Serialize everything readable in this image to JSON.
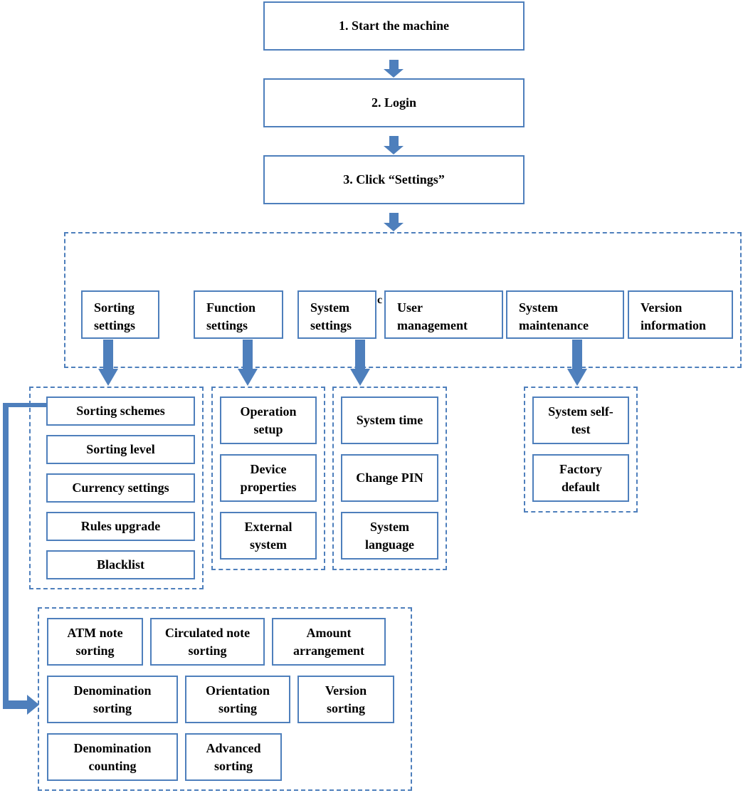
{
  "colors": {
    "accent": "#4e7fbc",
    "text": "#000000",
    "background": "#ffffff"
  },
  "steps": [
    {
      "label": "1. Start the machine"
    },
    {
      "label": "2. Login"
    },
    {
      "label": "3. Click “Settings”"
    }
  ],
  "settings_menu": {
    "stray_char": "c",
    "items": [
      {
        "label": "Sorting\nsettings"
      },
      {
        "label": "Function\nsettings"
      },
      {
        "label": "System\nsettings"
      },
      {
        "label": "User\nmanagement"
      },
      {
        "label": "System\nmaintenance"
      },
      {
        "label": "Version\ninformation"
      }
    ]
  },
  "sorting_settings": {
    "items": [
      "Sorting schemes",
      "Sorting level",
      "Currency settings",
      "Rules upgrade",
      "Blacklist"
    ]
  },
  "function_settings": {
    "items": [
      "Operation\nsetup",
      "Device\nproperties",
      "External\nsystem"
    ]
  },
  "system_settings": {
    "items": [
      "System time",
      "Change PIN",
      "System\nlanguage"
    ]
  },
  "system_maintenance": {
    "items": [
      "System self-\ntest",
      "Factory\ndefault"
    ]
  },
  "sorting_schemes": {
    "items": [
      "ATM note\nsorting",
      "Circulated note\nsorting",
      "Amount\narrangement",
      "Denomination\nsorting",
      "Orientation\nsorting",
      "Version\nsorting",
      "Denomination\ncounting",
      "Advanced\nsorting"
    ]
  }
}
